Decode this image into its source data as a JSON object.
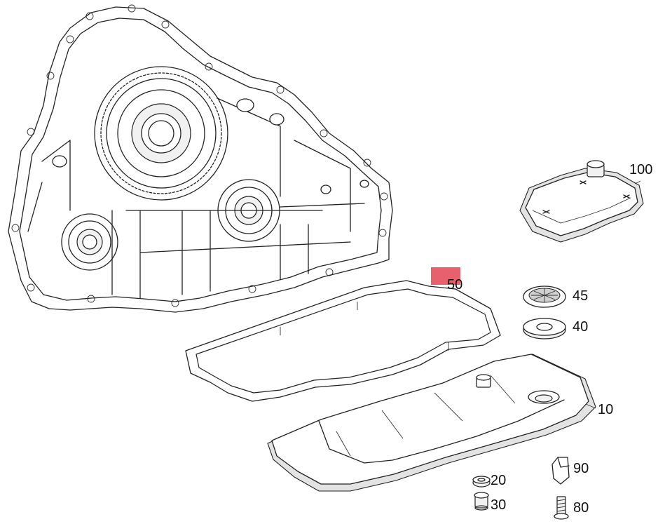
{
  "highlight_color": "#e8606b",
  "callouts": {
    "c100": "100",
    "c50": "50",
    "c45": "45",
    "c40": "40",
    "c10": "10",
    "c90": "90",
    "c20": "20",
    "c30": "30",
    "c80": "80"
  },
  "icons": {
    "housing": "transmission-housing-icon",
    "filter": "oil-filter-icon",
    "gasket": "oil-pan-gasket-icon",
    "screen": "strainer-disc-icon",
    "ring": "seal-ring-icon",
    "pan": "oil-pan-icon",
    "plug": "drain-plug-icon",
    "clip": "clip-icon",
    "washer": "washer-icon",
    "bolt": "bolt-icon"
  }
}
